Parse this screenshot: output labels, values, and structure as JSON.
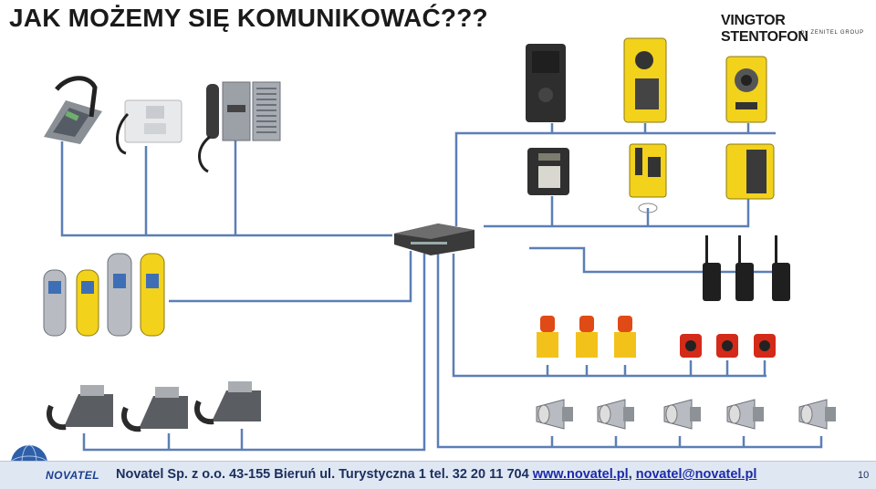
{
  "title": "JAK MOŻEMY SIĘ KOMUNIKOWAĆ???",
  "logo": {
    "brand": "VINGTOR STENTOFON",
    "sub": "by ZENITEL GROUP"
  },
  "footer": {
    "company": "Novatel Sp. z o.o. 43-155 Bieruń  ul. Turystyczna 1 tel. 32 20 11 704",
    "website": "www.novatel.pl",
    "email": "novatel@novatel.pl",
    "separator": ",",
    "page": "10",
    "novatel_logo": "NOVATEL"
  },
  "colors": {
    "line": "#5b7fb6",
    "accent_yellow": "#f2d21b",
    "dark": "#2b2b2b",
    "footer_bg": "#dfe7f2"
  },
  "icons": [
    "desk-phone-icon",
    "intercom-icon",
    "handset-icon",
    "network-switch-icon",
    "cordless-phone-icon",
    "industrial-phone-icon",
    "walkie-talkie-icon",
    "beacon-icon",
    "siren-icon",
    "horn-speaker-icon",
    "globe-icon"
  ]
}
